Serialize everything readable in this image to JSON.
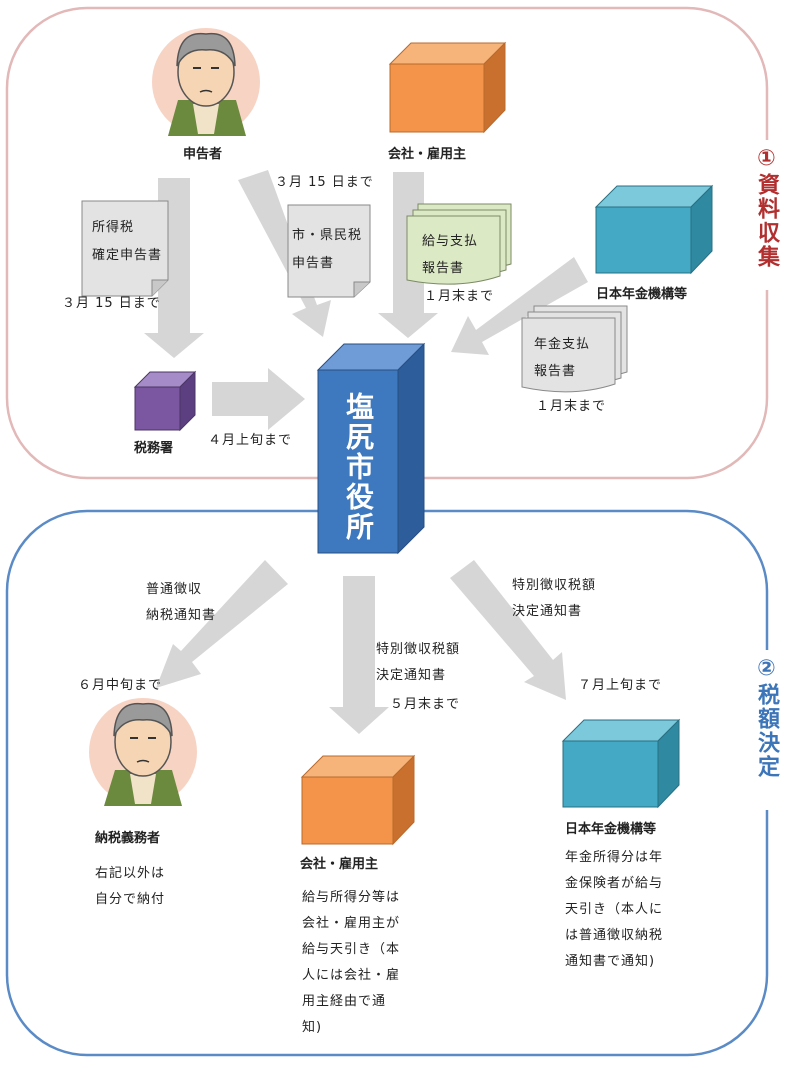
{
  "section1": {
    "title": "①資料収集",
    "color": "#b22f2f"
  },
  "section2": {
    "title": "②税額決定",
    "color": "#3d76b8"
  },
  "nodes": {
    "declarant": "申告者",
    "employer_top": "会社・雇用主",
    "pension_top": "日本年金機構等",
    "tax_office": "税務署",
    "city_hall": "塩尻市役所",
    "taxpayer": "納税義務者",
    "employer_bottom": "会社・雇用主",
    "pension_bottom": "日本年金機構等"
  },
  "documents": {
    "income_tax_return": [
      "所得税",
      "確定申告書"
    ],
    "resident_tax_return": [
      "市・県民税",
      "申告書"
    ],
    "salary_report": [
      "給与支払",
      "報告書"
    ],
    "pension_report": [
      "年金支払",
      "報告書"
    ]
  },
  "deadlines": {
    "income_tax": "３月 15 日まで",
    "resident_tax": "３月 15 日まで",
    "salary_report": "１月末まで",
    "pension_report": "１月末まで",
    "tax_office": "４月上旬まで",
    "taxpayer": "６月中旬まで",
    "employer": "５月末まで",
    "pension": "７月上旬まで"
  },
  "notices": {
    "ordinary": [
      "普通徴収",
      "納税通知書"
    ],
    "special_employer": [
      "特別徴収税額",
      "決定通知書"
    ],
    "special_pension": [
      "特別徴収税額",
      "決定通知書"
    ]
  },
  "notes": {
    "taxpayer": [
      "右記以外は",
      "自分で納付"
    ],
    "employer": [
      "給与所得分等は",
      "会社・雇用主が",
      "給与天引き（本",
      "人には会社・雇",
      "用主経由で通",
      "知)"
    ],
    "pension": [
      "年金所得分は年",
      "金保険者が給与",
      "天引き（本人に",
      "は普通徴収納税",
      "通知書で通知)"
    ]
  },
  "colors": {
    "section1_border": "#e2b8b8",
    "section2_border": "#5b8bc6",
    "arrow": "#d6d6d6",
    "employer_box": "#f4944a",
    "pension_box": "#43a9c4",
    "tax_office_box": "#7a57a0",
    "city_hall_box": "#3e78be",
    "document": "#e3e3e3",
    "report": "#dce9c5"
  }
}
